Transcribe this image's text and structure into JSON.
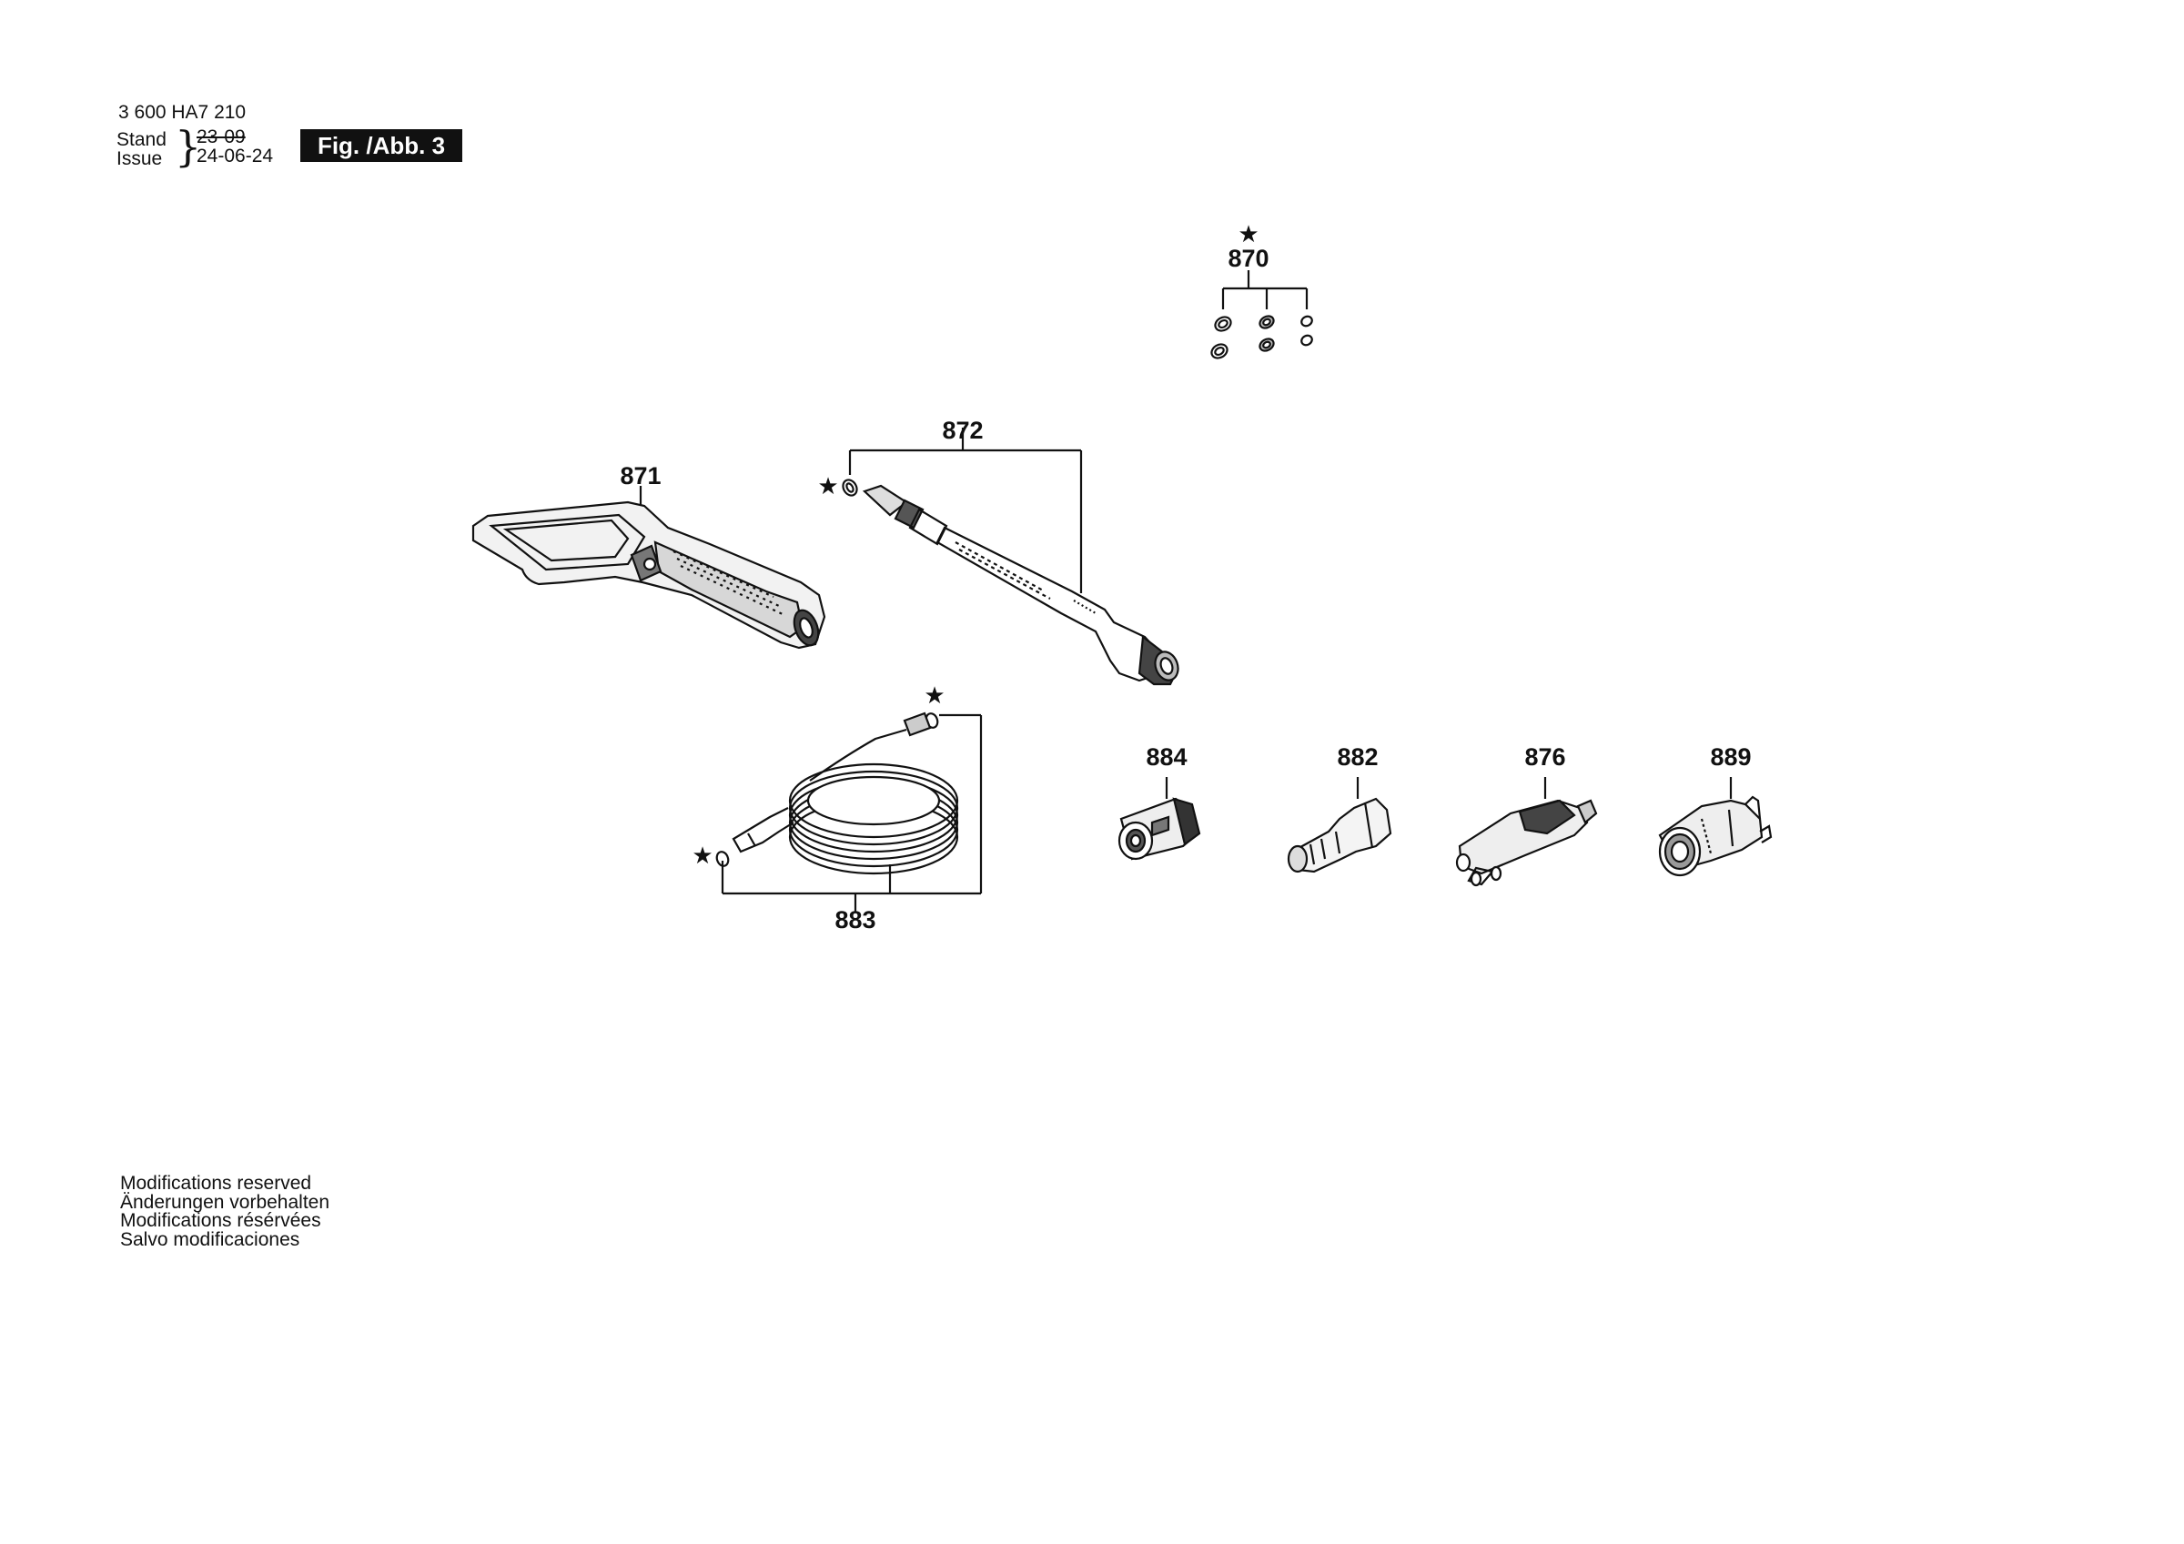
{
  "header": {
    "doc_number": "3 600 HA7 210",
    "stand_label": "Stand",
    "issue_label": "Issue",
    "stand_date": "23-09",
    "issue_date": "24-06-24",
    "figure_badge": "Fig. /Abb. 3"
  },
  "parts": {
    "p870": "870",
    "p871": "871",
    "p872": "872",
    "p883": "883",
    "p884": "884",
    "p882": "882",
    "p876": "876",
    "p889": "889"
  },
  "star_symbol": "★",
  "notes": [
    "Modifications reserved",
    "Änderungen vorbehalten",
    "Modifications résérvées",
    "Salvo modificaciones"
  ],
  "colors": {
    "ink": "#111111",
    "fill_dark": "#2a2a2a",
    "fill_light": "#e6e6e6",
    "background": "#ffffff"
  }
}
